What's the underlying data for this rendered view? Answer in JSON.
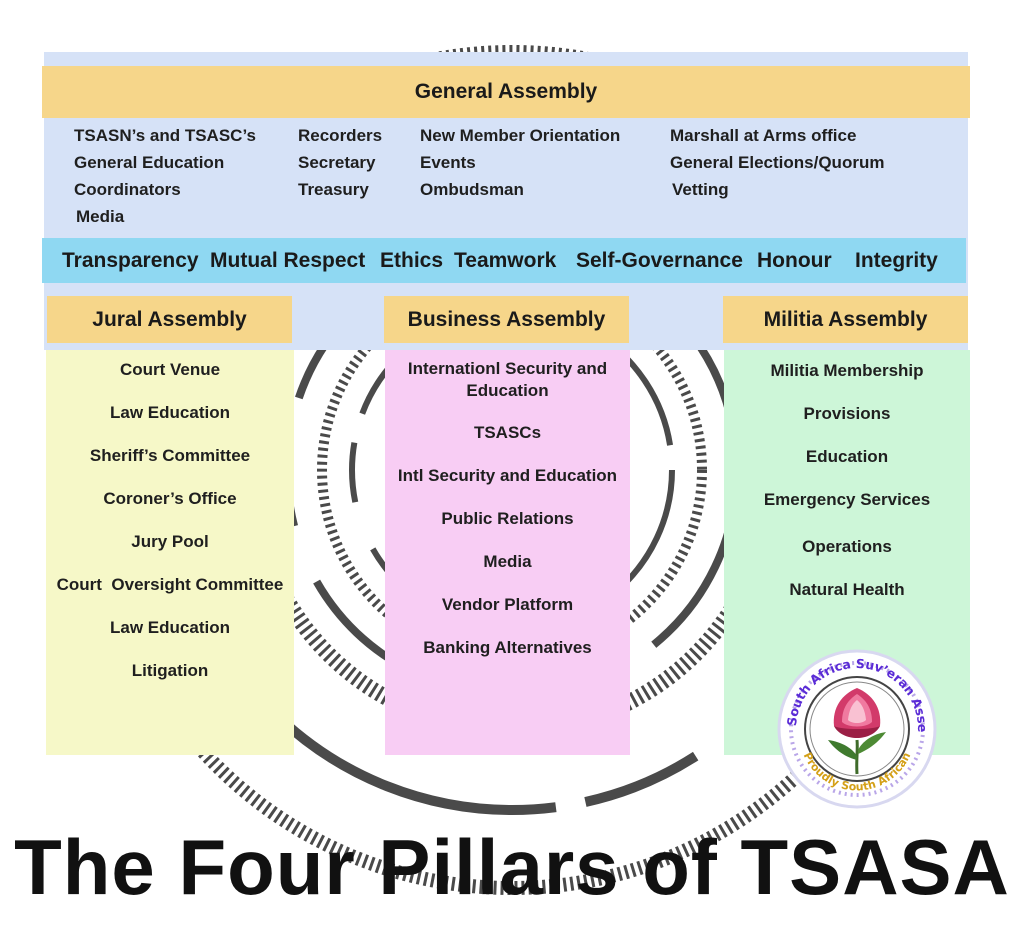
{
  "general_assembly": {
    "title": "General Assembly",
    "columns": [
      [
        "TSASN’s and TSASC’s",
        "General Education",
        "Coordinators",
        "Media"
      ],
      [
        "Recorders",
        "Secretary",
        "Treasury"
      ],
      [
        "New Member Orientation",
        "Events",
        "Ombudsman"
      ],
      [
        "Marshall at Arms office",
        "General Elections/Quorum",
        "Vetting"
      ]
    ]
  },
  "values": [
    "Transparency",
    "Mutual Respect",
    "Ethics",
    "Teamwork",
    "Self-Governance",
    "Honour",
    "Integrity"
  ],
  "pillars": {
    "jural": {
      "title": "Jural Assembly",
      "items": [
        "Court Venue",
        "Law Education",
        "Sheriff’s Committee",
        "Coroner’s Office",
        "Jury Pool",
        "Court  Oversight Committee",
        "Law Education",
        "Litigation"
      ]
    },
    "business": {
      "title": "Business Assembly",
      "items": [
        "Internationl Security and Education",
        "TSASCs",
        "Intl Security and Education",
        "Public Relations",
        "Media",
        "Vendor Platform",
        "Banking Alternatives"
      ]
    },
    "militia": {
      "title": "Militia Assembly",
      "items": [
        "Militia Membership",
        "Provisions",
        "Education",
        "Emergency Services",
        "Operations",
        "Natural Health"
      ]
    }
  },
  "emblem": {
    "arc_text": "Terra South Africa Suv’eran Assembly",
    "bottom_text": "Proudly South African"
  },
  "title": "The Four Pillars of TSASA",
  "colors": {
    "header_gold": "#f6d68a",
    "panel_blue": "#d6e2f7",
    "values_cyan": "#8fd8f2",
    "jural_yellow": "#f6f8c8",
    "business_pink": "#f8cdf4",
    "militia_green": "#cdf6d8"
  }
}
